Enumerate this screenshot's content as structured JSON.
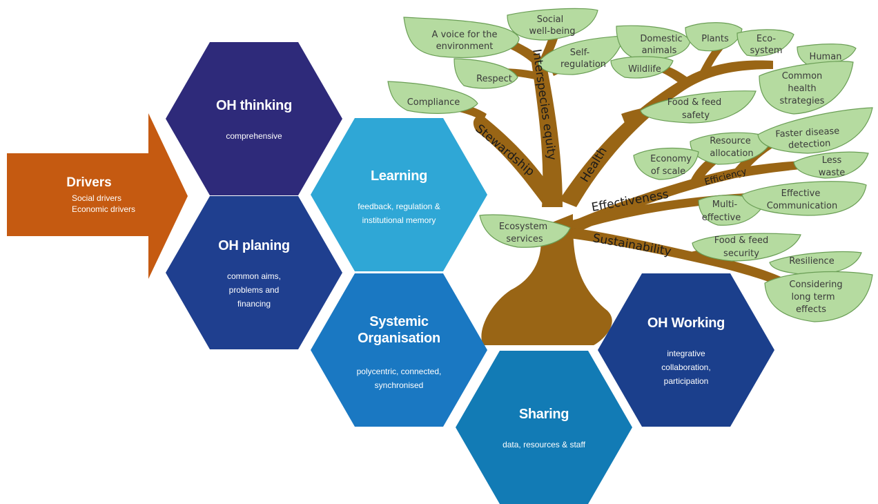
{
  "drivers": {
    "title": "Drivers",
    "lines": [
      "Social drivers",
      "Economic drivers"
    ]
  },
  "hexagons": {
    "oh_thinking": {
      "title": "OH thinking",
      "subtitle": "comprehensive"
    },
    "oh_planing": {
      "title": "OH planing",
      "subtitle_lines": [
        "common aims,",
        "problems and",
        "financing"
      ]
    },
    "learning": {
      "title": "Learning",
      "subtitle_lines": [
        "feedback, regulation &",
        "institutional memory"
      ]
    },
    "systemic": {
      "title_lines": [
        "Systemic",
        "Organisation"
      ],
      "subtitle_lines": [
        "polycentric, connected,",
        "synchronised"
      ]
    },
    "sharing": {
      "title": "Sharing",
      "subtitle": "data, resources & staff"
    },
    "oh_working": {
      "title": "OH Working",
      "subtitle_lines": [
        "integrative",
        "collaboration,",
        "participation"
      ]
    }
  },
  "colors": {
    "oh_thinking": "#2e2a7a",
    "oh_planing": "#1f3f8f",
    "learning": "#2fa7d6",
    "systemic": "#1a78c2",
    "sharing": "#127bb5",
    "oh_working": "#1b3f8c",
    "arrow": "#c55a11",
    "trunk": "#996515",
    "leaf_fill": "#b5dba0",
    "leaf_stroke": "#6a9e55"
  },
  "tree": {
    "branches": {
      "stewardship": "Stewardship",
      "interspecies_equity": "Interspecies equity",
      "health": "Health",
      "efficiency": "Efficiency",
      "effectiveness": "Effectiveness",
      "sustainability": "Sustainability"
    },
    "leaves": {
      "voice": [
        "A voice for the",
        "environment"
      ],
      "social": [
        "Social",
        "well-being"
      ],
      "self_regulation": [
        "Self-",
        "regulation"
      ],
      "respect": [
        "Respect"
      ],
      "compliance": [
        "Compliance"
      ],
      "domestic": [
        "Domestic",
        "animals"
      ],
      "plants": [
        "Plants"
      ],
      "ecosystem_top": [
        "Eco-",
        "system"
      ],
      "human": [
        "Human"
      ],
      "wildlife": [
        "Wildlife"
      ],
      "common_health": [
        "Common",
        "health",
        "strategies"
      ],
      "food_safety": [
        "Food & feed",
        "safety"
      ],
      "resource_allocation": [
        "Resource",
        "allocation"
      ],
      "faster_disease": [
        "Faster disease",
        "detection"
      ],
      "economy_scale": [
        "Economy",
        "of scale"
      ],
      "less_waste": [
        "Less",
        "waste"
      ],
      "multi_effective": [
        "Multi-",
        "effective"
      ],
      "effective_comm": [
        "Effective",
        "Communication"
      ],
      "ecosystem_services": [
        "Ecosystem",
        "services"
      ],
      "food_security": [
        "Food & feed",
        "security"
      ],
      "resilience": [
        "Resilience"
      ],
      "long_term": [
        "Considering",
        "long term",
        "effects"
      ]
    }
  }
}
